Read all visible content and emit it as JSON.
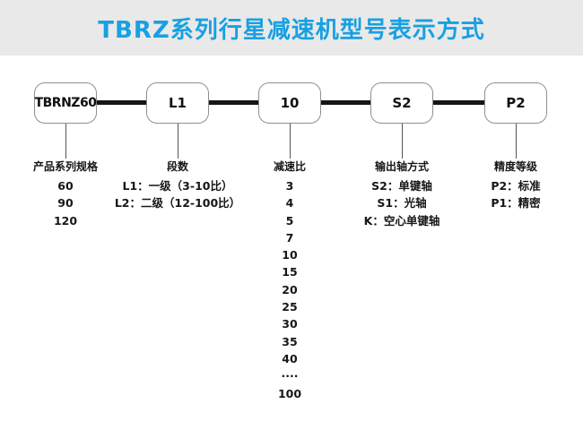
{
  "header": {
    "title": "TBRZ系列行星减速机型号表示方式"
  },
  "colors": {
    "header_bg": "#e9e9e9",
    "header_text": "#18a0e2"
  },
  "boxes": [
    {
      "label": "TBRNZ60"
    },
    {
      "label": "L1"
    },
    {
      "label": "10"
    },
    {
      "label": "S2"
    },
    {
      "label": "P2"
    }
  ],
  "columns": [
    {
      "title": "产品系列规格",
      "items": [
        "60",
        "90",
        "120"
      ]
    },
    {
      "title": "段数",
      "items": [
        "L1：一级（3-10比）",
        "L2：二级（12-100比）"
      ]
    },
    {
      "title": "减速比",
      "items": [
        "3",
        "4",
        "5",
        "7",
        "10",
        "15",
        "20",
        "25",
        "30",
        "35",
        "40",
        "····",
        "100"
      ]
    },
    {
      "title": "输出轴方式",
      "items": [
        "S2：单键轴",
        "S1：光轴",
        "K：空心单键轴"
      ]
    },
    {
      "title": "精度等级",
      "items": [
        "P2：标准",
        "P1：精密"
      ]
    }
  ]
}
